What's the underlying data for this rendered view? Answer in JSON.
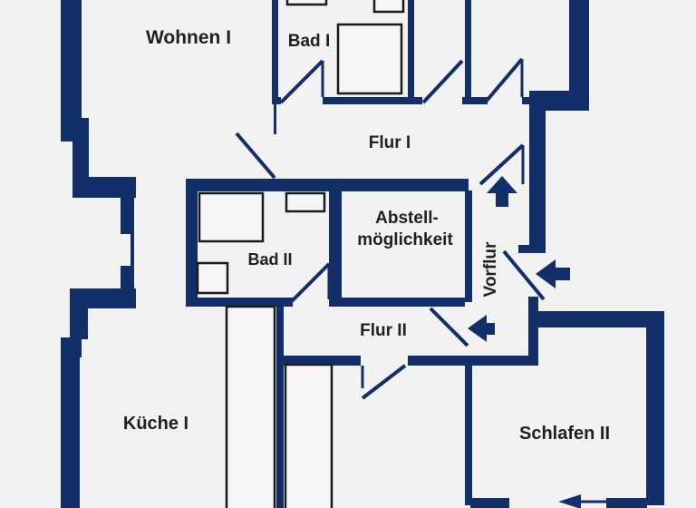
{
  "title": "Apartment floor plan",
  "colors": {
    "wall": "#122f69",
    "background": "#f2f2f2",
    "fixture_outline": "#1a1a1a",
    "label_text": "#212121"
  },
  "rooms": {
    "wohnen1": "Wohnen I",
    "bad1": "Bad I",
    "flur1": "Flur I",
    "abstell_line1": "Abstell-",
    "abstell_line2": "möglichkeit",
    "vorflur": "Vorflur",
    "bad2": "Bad II",
    "flur2": "Flur II",
    "kueche1": "Küche I",
    "schlafen2": "Schlafen II"
  },
  "icons": {
    "vorflur_up_arrow": "up-block-arrow",
    "entrance_left_arrow": "left-block-arrow",
    "flur2_left_arrow": "left-block-arrow",
    "schlafen2_left_arrow": "thin-left-arrow"
  }
}
